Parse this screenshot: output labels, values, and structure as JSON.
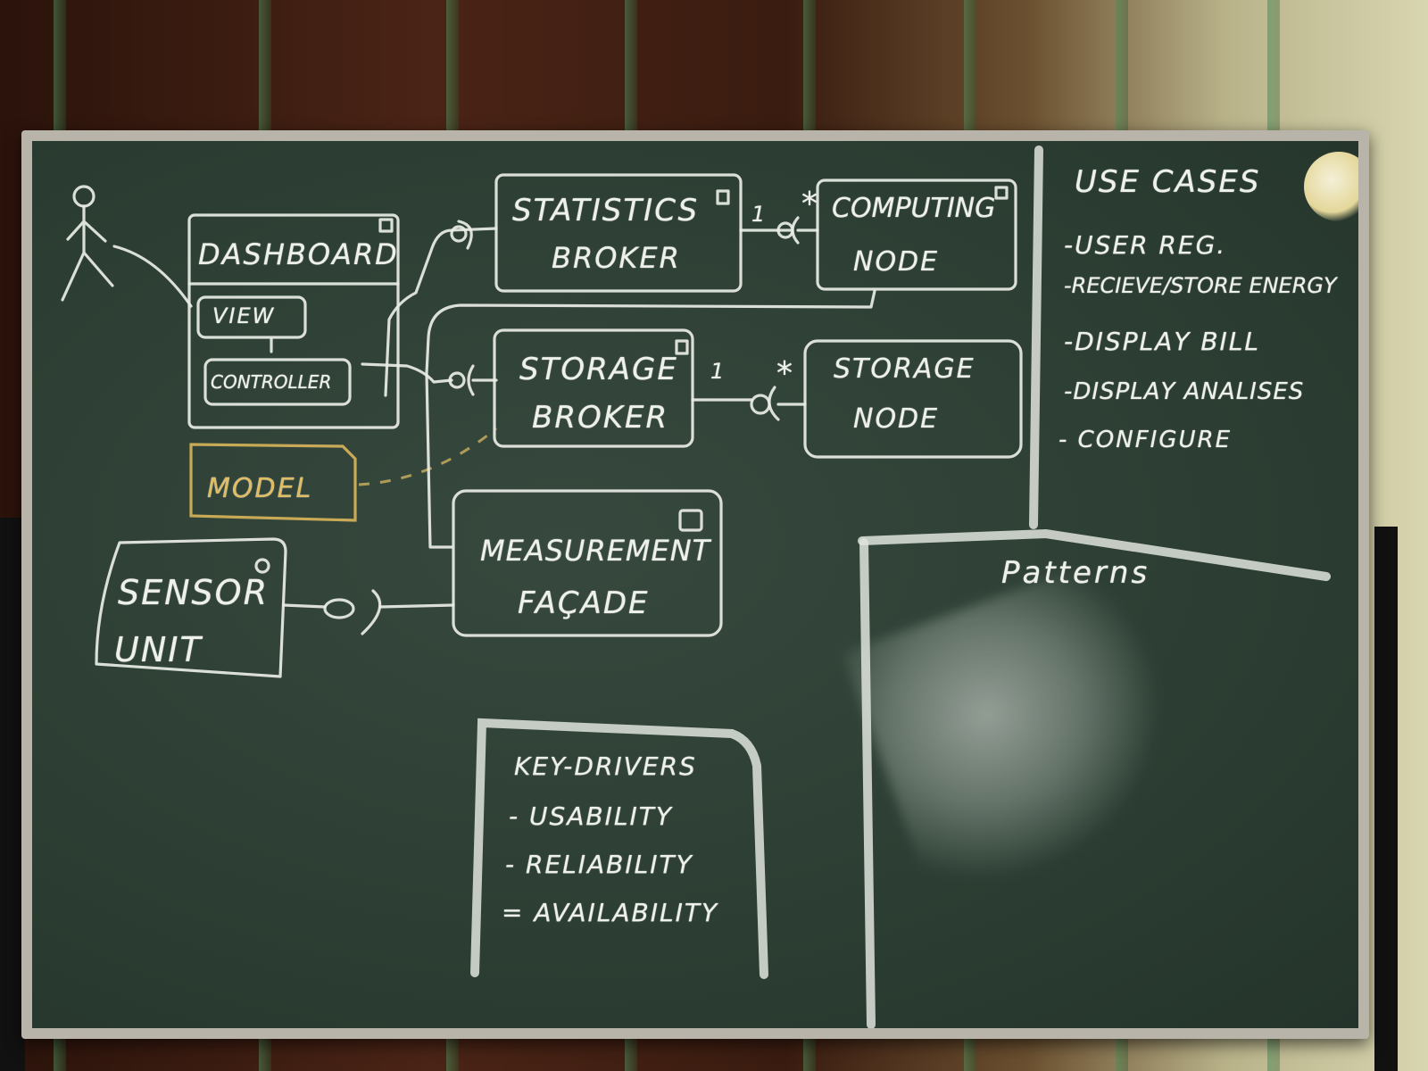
{
  "diagram": {
    "dashboard": "DASHBOARD",
    "view": "VIEW",
    "controller": "CONTROLLER",
    "model": "MODEL",
    "statistics_broker": [
      "STATISTICS",
      "BROKER"
    ],
    "computing_node": [
      "COMPUTING",
      "NODE"
    ],
    "storage_broker": [
      "STORAGE",
      "BROKER"
    ],
    "storage_node": [
      "STORAGE",
      "NODE"
    ],
    "measurement_facade": [
      "MEASUREMENT",
      "FAÇADE"
    ],
    "sensor_unit": [
      "SENSOR",
      "UNIT"
    ],
    "multiplicity_one": "1",
    "multiplicity_many": "*"
  },
  "use_cases": {
    "title": "USE CASES",
    "items": [
      "-USER REG.",
      "-RECIEVE/STORE Energy",
      "-DISPLAY BILL",
      "-DISPLAY ANALISES",
      "- CONFIGURE"
    ]
  },
  "key_drivers": {
    "title": "KEY-DRIVERS",
    "items": [
      "- USABILITY",
      "- RELIABILITY",
      "= AVAILABILITY"
    ]
  },
  "patterns": {
    "title": "Patterns"
  },
  "colors": {
    "board": "#2d3f34",
    "chalk": "#e9ede6",
    "yellow_chalk": "#d9b55a"
  }
}
